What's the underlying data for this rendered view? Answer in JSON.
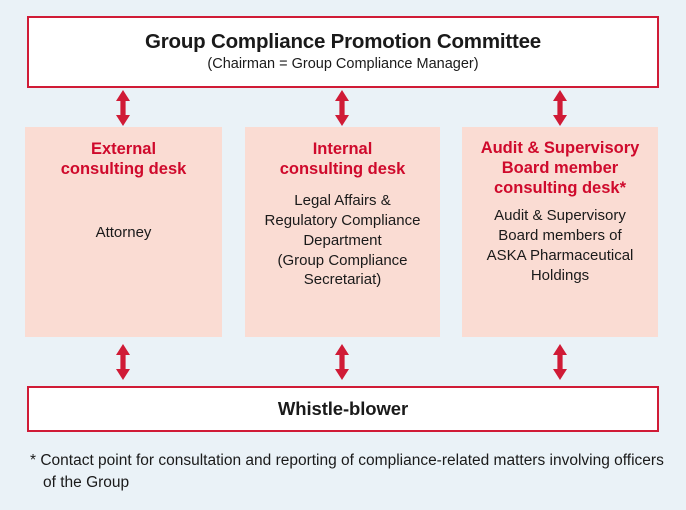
{
  "colors": {
    "background": "#eaf2f7",
    "accent_red": "#cf0a2c",
    "border_red": "#d01b36",
    "pink_fill": "#fadcd3",
    "text_dark": "#1a1a1a",
    "box_white": "#ffffff"
  },
  "committee": {
    "title": "Group Compliance Promotion Committee",
    "subtitle": "(Chairman = Group Compliance Manager)"
  },
  "desks": [
    {
      "title": "External\nconsulting desk",
      "body": "Attorney"
    },
    {
      "title": "Internal\nconsulting desk",
      "body": "Legal Affairs &\nRegulatory Compliance\nDepartment\n(Group Compliance\nSecretariat)"
    },
    {
      "title": "Audit & Supervisory\nBoard member\nconsulting desk*",
      "body": "Audit & Supervisory\nBoard members of\nASKA Pharmaceutical\nHoldings"
    }
  ],
  "whistleblower": {
    "label": "Whistle-blower"
  },
  "footnote": {
    "text": "* Contact point for consultation and reporting of compliance-related matters involving officers of the Group"
  },
  "arrows": {
    "top_row_name": "double-headed-arrow-up-down",
    "bottom_row_name": "double-headed-arrow-up-down",
    "count": 6
  }
}
